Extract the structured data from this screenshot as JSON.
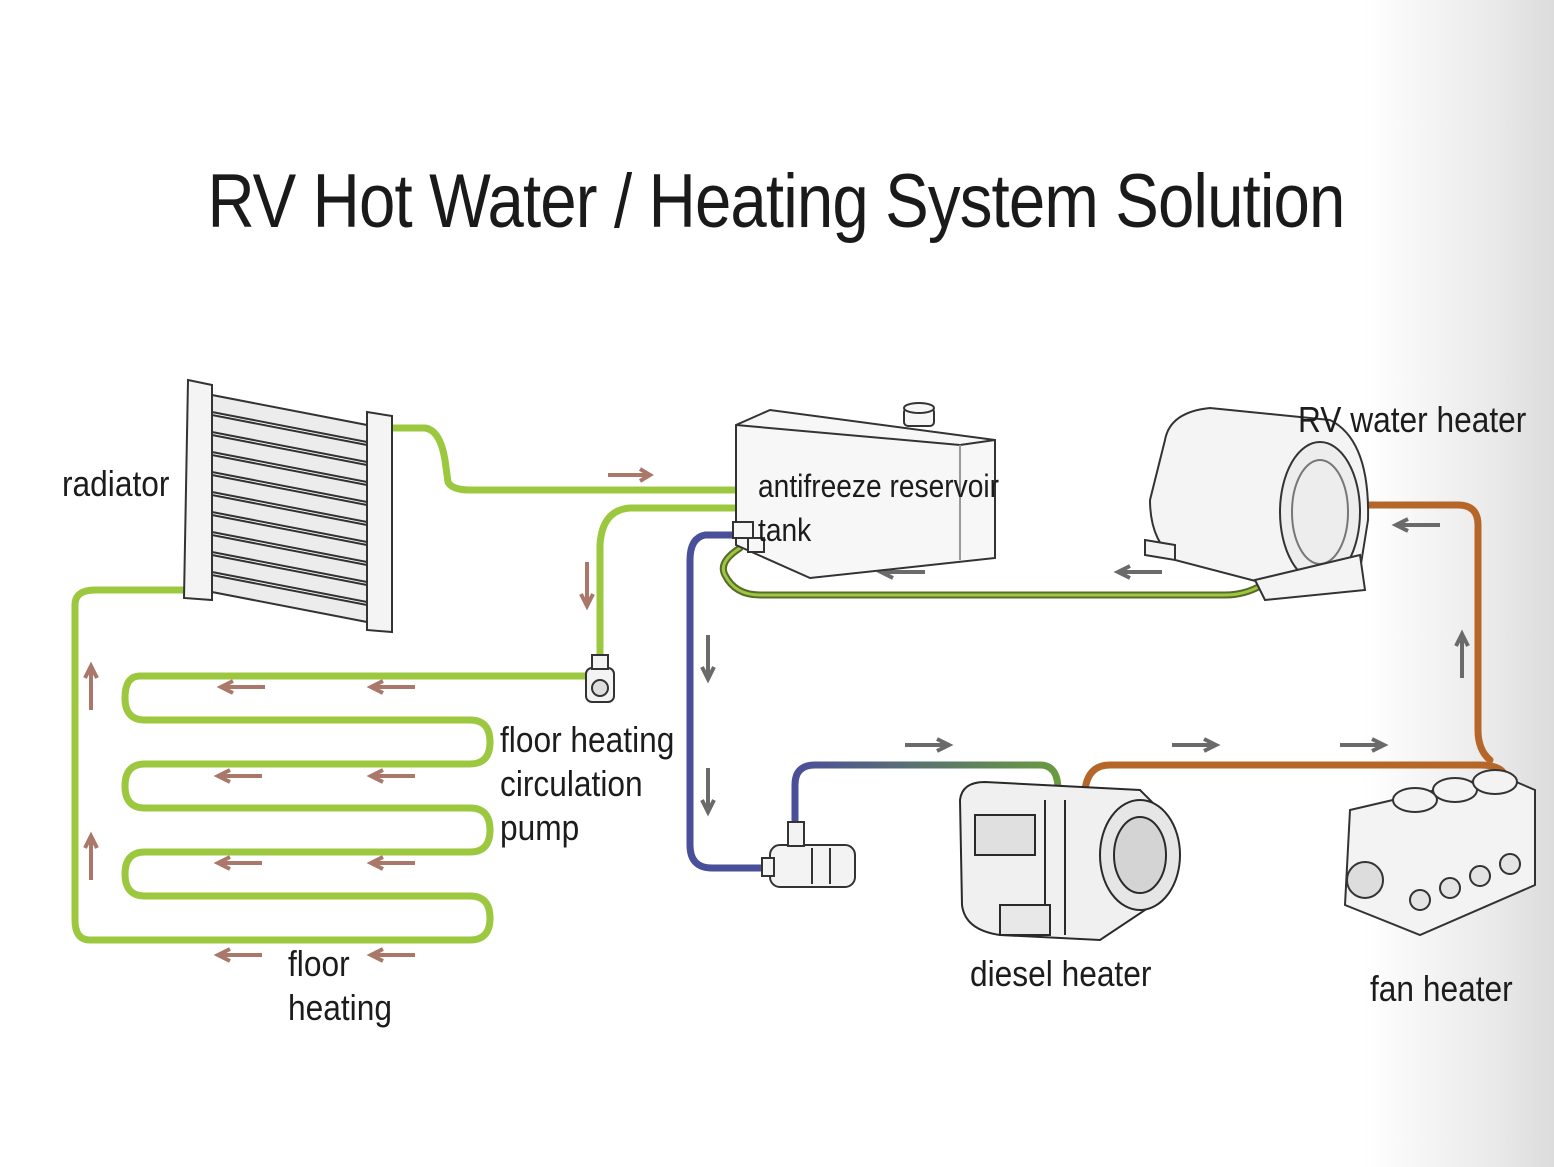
{
  "title": "RV Hot Water / Heating System Solution",
  "labels": {
    "radiator": "radiator",
    "antifreeze_reservoir": "antifreeze reservoir",
    "tank": "tank",
    "rv_water_heater": "RV water heater",
    "floor_heating_pump": [
      "floor heating",
      "circulation",
      "pump"
    ],
    "floor_heating": [
      "floor",
      "heating"
    ],
    "diesel_heater": "diesel heater",
    "fan_heater": "fan heater"
  },
  "colors": {
    "green_pipe": "#9cc840",
    "blue_pipe": "#4a4f9a",
    "orange_pipe": "#b5672a",
    "dark_pipe": "#5a6a2a",
    "arrow_brown": "#a9786a",
    "arrow_gray": "#6a6a6a"
  }
}
